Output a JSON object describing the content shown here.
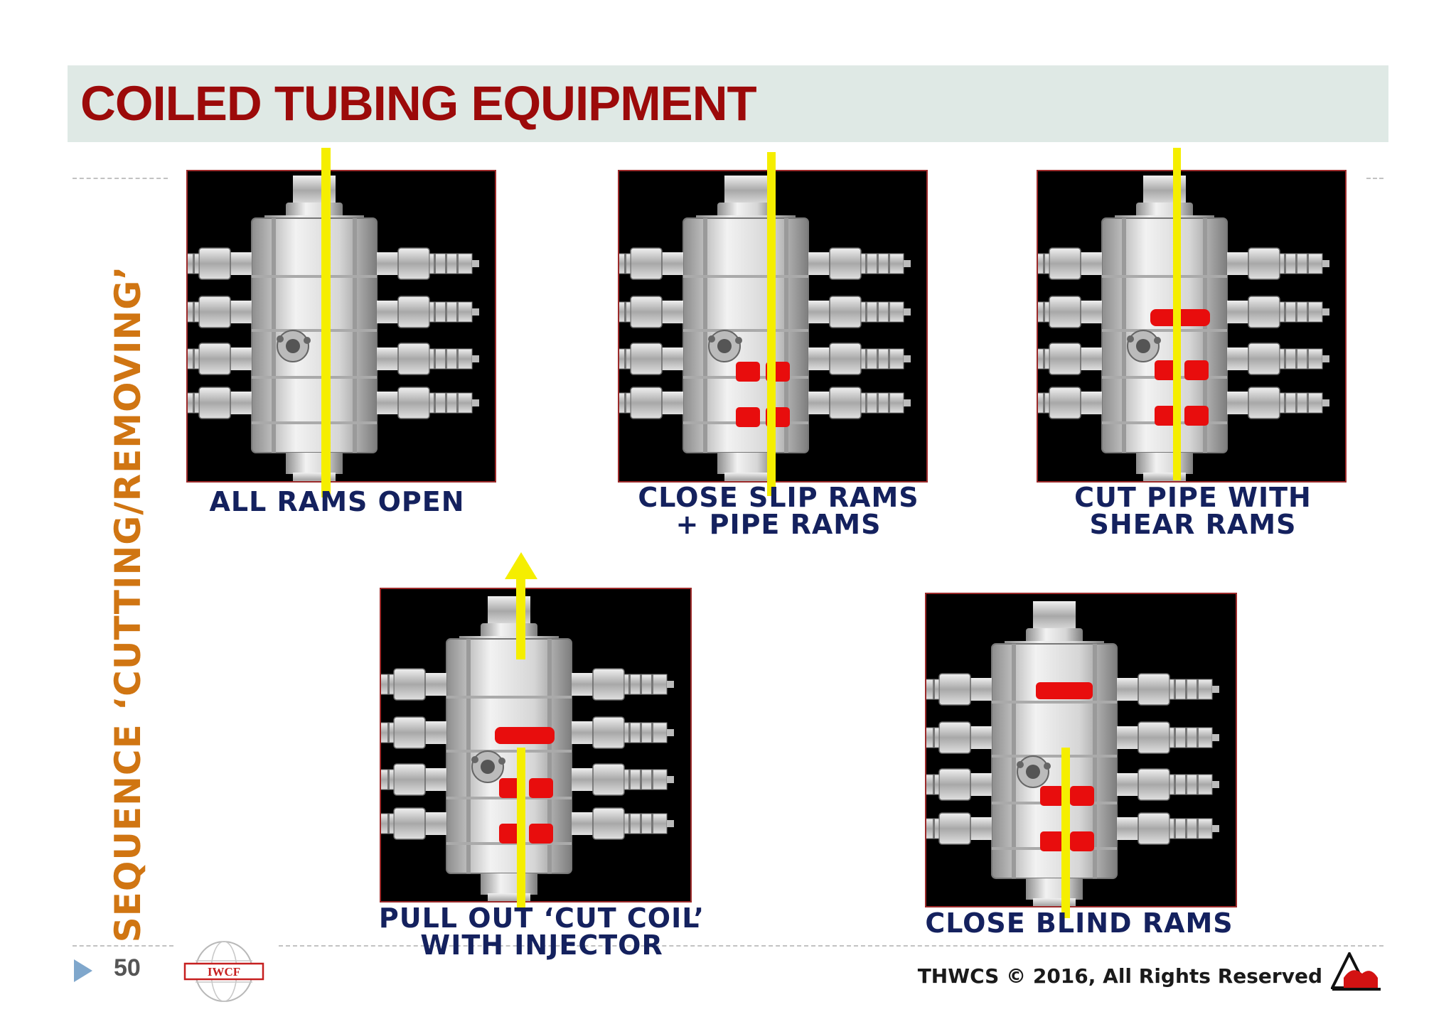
{
  "slide": {
    "title": "COILED TUBING EQUIPMENT",
    "side_label": "SEQUENCE ‘CUTTING/REMOVING’",
    "page_number": "50",
    "copyright": "THWCS © 2016, All Rights Reserved",
    "logo_text": "IWCF"
  },
  "colors": {
    "title": "#9c0a0a",
    "title_band": "#dfe9e5",
    "side_label": "#d07512",
    "caption": "#14215e",
    "ram_closed": "#e80d0d",
    "coil_line": "#f5ee00"
  },
  "steps": [
    {
      "caption_lines": [
        "ALL RAMS OPEN"
      ],
      "closed_rams": []
    },
    {
      "caption_lines": [
        "CLOSE SLIP RAMS",
        "+ PIPE RAMS"
      ],
      "closed_rams": [
        "pipe-rams",
        "slip-rams"
      ]
    },
    {
      "caption_lines": [
        "CUT PIPE WITH",
        "SHEAR RAMS"
      ],
      "closed_rams": [
        "shear-rams",
        "pipe-rams",
        "slip-rams"
      ]
    },
    {
      "caption_lines": [
        "PULL OUT ‘CUT COIL’",
        "WITH INJECTOR"
      ],
      "closed_rams": [
        "shear-rams",
        "pipe-rams",
        "slip-rams"
      ]
    },
    {
      "caption_lines": [
        "CLOSE BLIND RAMS"
      ],
      "closed_rams": [
        "blind-rams",
        "pipe-rams",
        "slip-rams"
      ]
    }
  ]
}
